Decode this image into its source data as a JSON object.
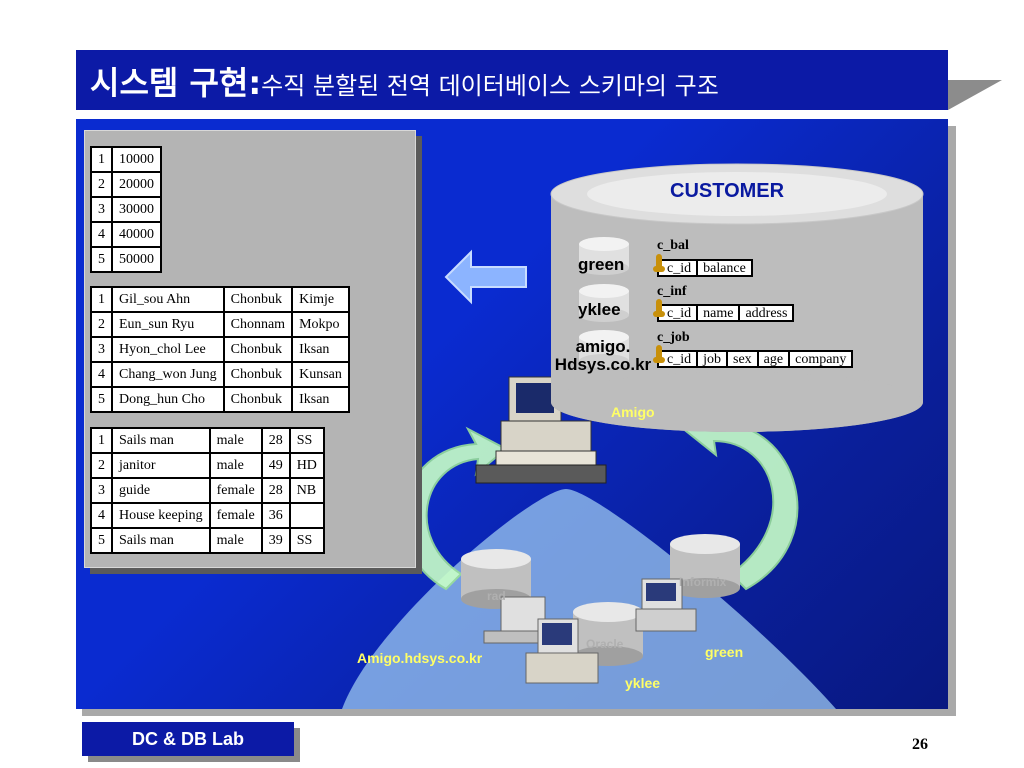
{
  "title": {
    "main": "시스템 구현:",
    "sub": "수직 분할된 전역 데이터베이스 스키마의 구조"
  },
  "tables": {
    "balance_fragment": [
      [
        "1",
        "10000"
      ],
      [
        "2",
        "20000"
      ],
      [
        "3",
        "30000"
      ],
      [
        "4",
        "40000"
      ],
      [
        "5",
        "50000"
      ]
    ],
    "info_fragment": [
      [
        "1",
        "Gil_sou Ahn",
        "Chonbuk",
        "Kimje"
      ],
      [
        "2",
        "Eun_sun Ryu",
        "Chonnam",
        "Mokpo"
      ],
      [
        "3",
        "Hyon_chol Lee",
        "Chonbuk",
        "Iksan"
      ],
      [
        "4",
        "Chang_won Jung",
        "Chonbuk",
        "Kunsan"
      ],
      [
        "5",
        "Dong_hun Cho",
        "Chonbuk",
        "Iksan"
      ]
    ],
    "job_fragment": [
      [
        "1",
        "Sails man",
        "male",
        "28",
        "SS"
      ],
      [
        "2",
        "janitor",
        "male",
        "49",
        "HD"
      ],
      [
        "3",
        "guide",
        "female",
        "28",
        "NB"
      ],
      [
        "4",
        "House keeping",
        "female",
        "36",
        ""
      ],
      [
        "5",
        "Sails man",
        "male",
        "39",
        "SS"
      ]
    ]
  },
  "schema": {
    "db_name": "CUSTOMER",
    "sites": [
      "green",
      "yklee",
      "amigo.\nHdsys.co.kr"
    ],
    "relations": [
      {
        "name": "c_bal",
        "fields": [
          "c_id",
          "balance"
        ]
      },
      {
        "name": "c_inf",
        "fields": [
          "c_id",
          "name",
          "address"
        ]
      },
      {
        "name": "c_job",
        "fields": [
          "c_id",
          "job",
          "sex",
          "age",
          "company"
        ]
      }
    ]
  },
  "network": {
    "server_label": "Amigo",
    "node_labels": {
      "oracle": "Oracle",
      "informix": "Informix",
      "rad": "rad",
      "amigo": "Amigo.hdsys.co.kr",
      "green": "green",
      "yklee": "yklee"
    }
  },
  "footer": {
    "lab": "DC & DB Lab",
    "page": "26"
  },
  "colors": {
    "title_bar": "#0c1aa6",
    "panel": "#0a2bd0",
    "arrow_fill": "#c8ffc8",
    "label_yellow": "#ffff66"
  }
}
